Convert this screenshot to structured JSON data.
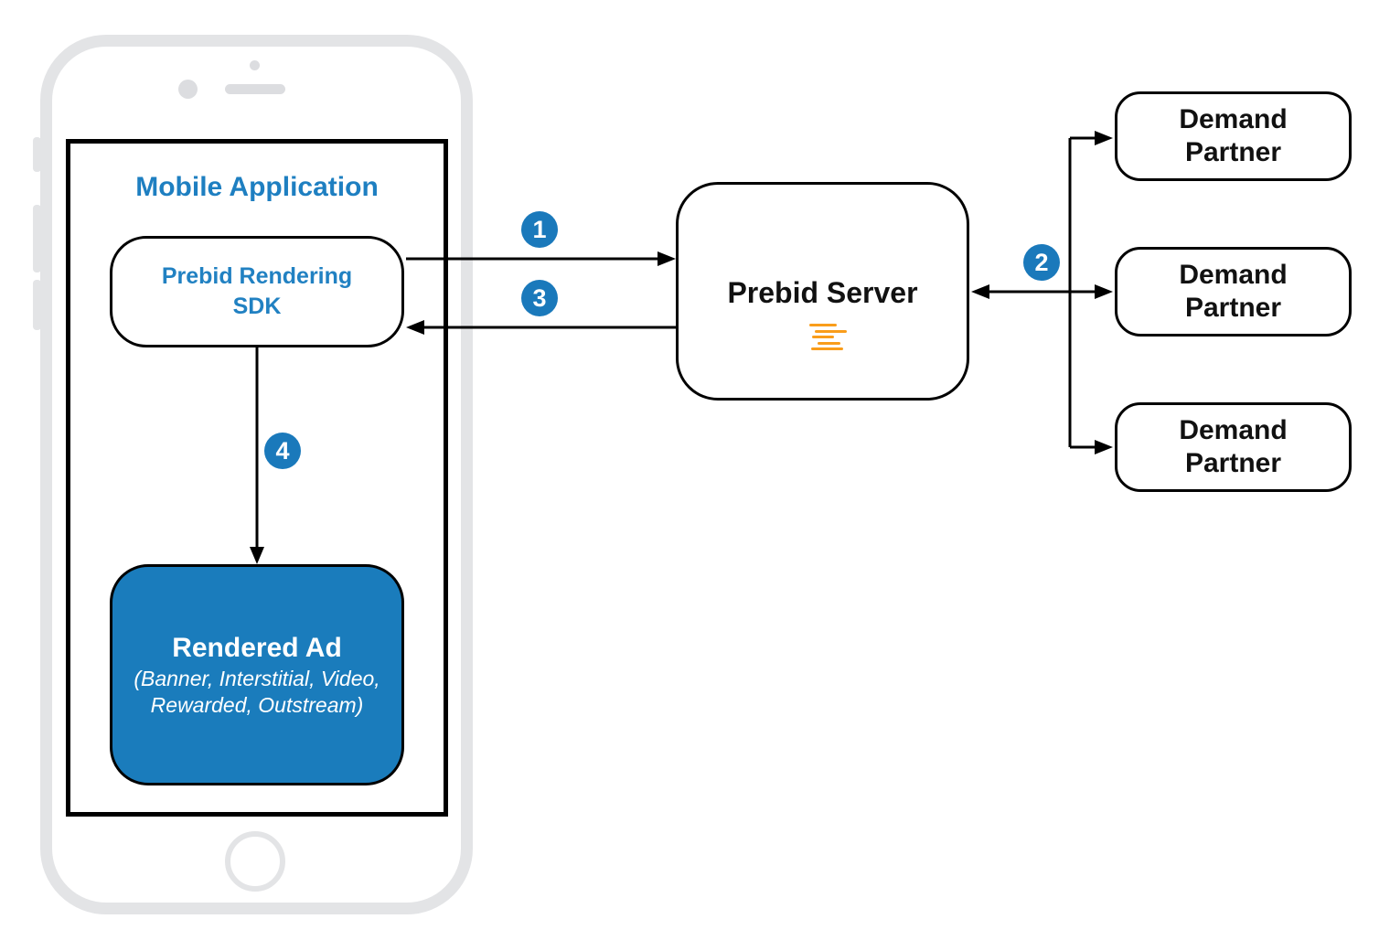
{
  "diagram": {
    "mobile_app": {
      "title": "Mobile Application"
    },
    "sdk": {
      "line1": "Prebid Rendering",
      "line2": "SDK"
    },
    "rendered_ad": {
      "title": "Rendered Ad",
      "sub1": "(Banner, Interstitial, Video,",
      "sub2": "Rewarded, Outstream)"
    },
    "server": {
      "title": "Prebid Server",
      "logo": "prebid-logo-orange-bars"
    },
    "demand_partners": [
      {
        "line1": "Demand",
        "line2": "Partner"
      },
      {
        "line1": "Demand",
        "line2": "Partner"
      },
      {
        "line1": "Demand",
        "line2": "Partner"
      }
    ],
    "steps": [
      "1",
      "2",
      "3",
      "4"
    ],
    "colors": {
      "accent_blue": "#1a7cbc",
      "text_blue": "#1e7fc1",
      "badge_blue": "#1a79bb",
      "logo_orange": "#f99d1b",
      "line_black": "#000000",
      "phone_gray": "#e3e4e6"
    }
  }
}
